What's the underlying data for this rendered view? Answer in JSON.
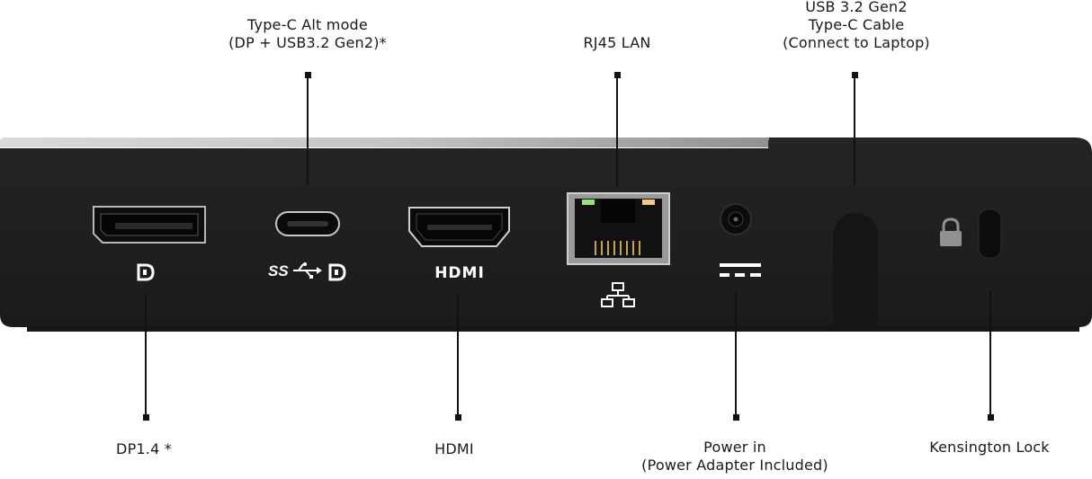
{
  "labels": {
    "typec_alt": [
      "Type-C Alt mode",
      "(DP + USB3.2 Gen2)*"
    ],
    "rj45": [
      "RJ45 LAN"
    ],
    "usb_cable": [
      "USB 3.2 Gen2",
      "Type-C Cable",
      "(Connect to Laptop)"
    ],
    "dp": [
      "DP1.4 *"
    ],
    "hdmi": [
      "HDMI"
    ],
    "power": [
      "Power in",
      "(Power Adapter Included)"
    ],
    "kensington": [
      "Kensington Lock"
    ]
  },
  "port_marks": {
    "ss_usb": "SS",
    "hdmi_logo": "HDMI"
  },
  "icons": {
    "displayport": "displayport-logo-icon",
    "usb_superspeed": "usb-superspeed-icon",
    "hdmi": "hdmi-logo-icon",
    "lan": "network-lan-icon",
    "dc_power": "dc-power-symbol-icon",
    "lock": "padlock-icon"
  },
  "colors": {
    "body": "#1d1e1f",
    "top_trim": "#b9bbbd",
    "lan_led_left": "#9be07a",
    "lan_led_right": "#f3c983"
  }
}
